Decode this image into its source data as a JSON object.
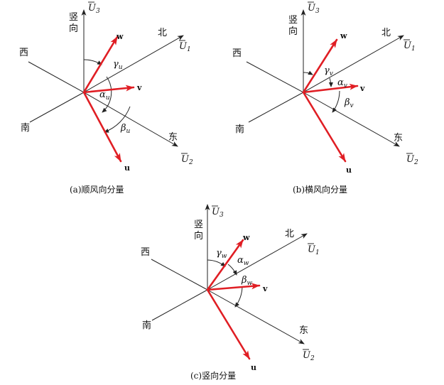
{
  "colors": {
    "vector": "#e01e24",
    "axis": "#222222",
    "text": "#111111"
  },
  "panels": [
    {
      "caption": "(a)顺风向分量",
      "vertical_label": "竖向",
      "axis_u3": "U",
      "axis_u3_sub": "3",
      "axis_u1": "U",
      "axis_u1_sub": "1",
      "axis_u2": "U",
      "axis_u2_sub": "2",
      "north": "北",
      "south": "南",
      "east": "东",
      "west": "西",
      "vec_w": "w",
      "vec_v": "v",
      "vec_u": "u",
      "gamma": "γ",
      "gamma_sub": "u",
      "alpha": "α",
      "alpha_sub": "u",
      "beta": "β",
      "beta_sub": "u"
    },
    {
      "caption": "(b)横风向分量",
      "vertical_label": "竖向",
      "axis_u3": "U",
      "axis_u3_sub": "3",
      "axis_u1": "U",
      "axis_u1_sub": "1",
      "axis_u2": "U",
      "axis_u2_sub": "2",
      "north": "北",
      "south": "南",
      "east": "东",
      "west": "西",
      "vec_w": "w",
      "vec_v": "v",
      "vec_u": "u",
      "gamma": "γ",
      "gamma_sub": "v",
      "alpha": "α",
      "alpha_sub": "v",
      "beta": "β",
      "beta_sub": "v"
    },
    {
      "caption": "(c)竖向分量",
      "vertical_label": "竖向",
      "axis_u3": "U",
      "axis_u3_sub": "3",
      "axis_u1": "U",
      "axis_u1_sub": "1",
      "axis_u2": "U",
      "axis_u2_sub": "2",
      "north": "北",
      "south": "南",
      "east": "东",
      "west": "西",
      "vec_w": "w",
      "vec_v": "v",
      "vec_u": "u",
      "gamma": "γ",
      "gamma_sub": "w",
      "alpha": "α",
      "alpha_sub": "w",
      "beta": "β",
      "beta_sub": "w"
    }
  ]
}
